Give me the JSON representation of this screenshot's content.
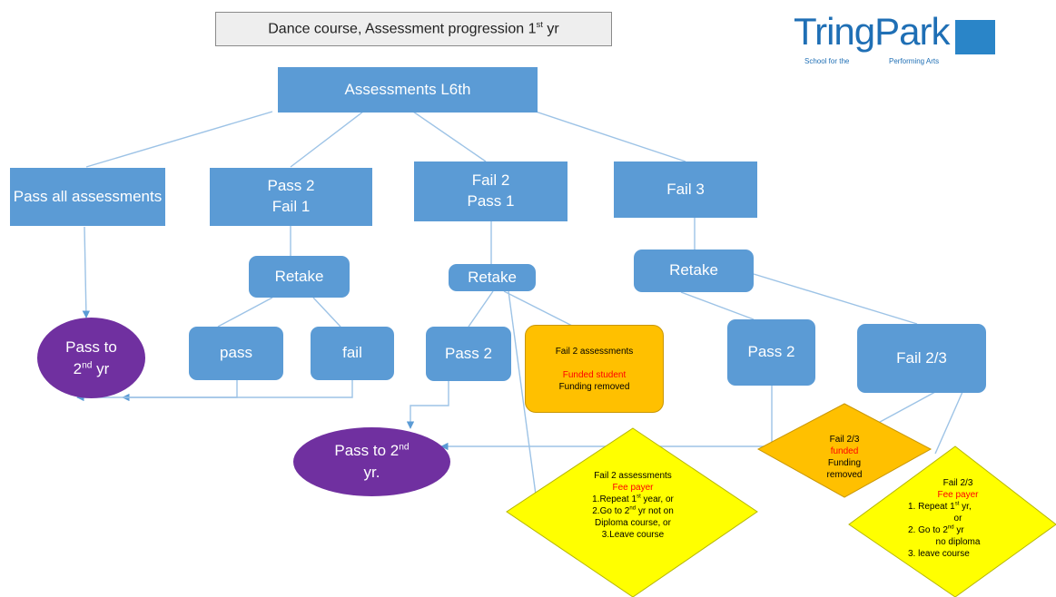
{
  "title": "Dance course, Assessment progression 1",
  "title_sup": "st",
  "title_tail": " yr",
  "logo": {
    "word": "TringPark",
    "sub_left": "School for the",
    "sub_right": "Performing Arts"
  },
  "root": "Assessments L6th",
  "outcomes": {
    "pass_all": "Pass all assessments",
    "pass2_fail1": "Pass 2 Fail 1",
    "fail2_pass1": "Fail 2 Pass 1",
    "fail3": "Fail 3"
  },
  "retake": {
    "label": "Retake"
  },
  "results": {
    "pass": "pass",
    "fail": "fail",
    "pass2": "Pass 2",
    "fail23": "Fail 2/3"
  },
  "ovals": {
    "second_year_a": {
      "pre": "Pass to",
      "line2": "2",
      "sup": "nd",
      "post": " yr"
    },
    "second_year_b": {
      "pre": "Pass to 2",
      "sup": "nd",
      "line2": "yr."
    }
  },
  "orange_box": {
    "line1": "Fail 2 assessments",
    "red": "Funded student",
    "line3": "Funding removed"
  },
  "orange_diamond": {
    "line1": "Fail 2/3",
    "red": "funded",
    "line3": "Funding",
    "line4": "removed"
  },
  "yellow_diamond_a": {
    "line1": "Fail 2 assessments",
    "red": "Fee payer",
    "opt1_a": "1.Repeat 1",
    "opt1_sup": "st",
    "opt1_b": " year, or",
    "opt2_a": "2.Go to 2",
    "opt2_sup": "nd",
    "opt2_b": " yr not on",
    "opt2_c": "Diploma course, or",
    "opt3": "3.Leave course"
  },
  "yellow_diamond_b": {
    "line1": "Fail 2/3",
    "red": "Fee payer",
    "opt1_a": "1.    Repeat 1",
    "opt1_sup": "st",
    "opt1_b": " yr,",
    "opt1_c": "or",
    "opt2_a": "2.    Go to 2",
    "opt2_sup": "nd",
    "opt2_b": " yr",
    "opt2_c": "no diploma",
    "opt3": "3.    leave course"
  },
  "colors": {
    "box_blue": "#5b9bd5",
    "oval_purple": "#7030a0",
    "orange": "#ffc000",
    "yellow": "#ffff00",
    "line": "#9dc3e6"
  }
}
